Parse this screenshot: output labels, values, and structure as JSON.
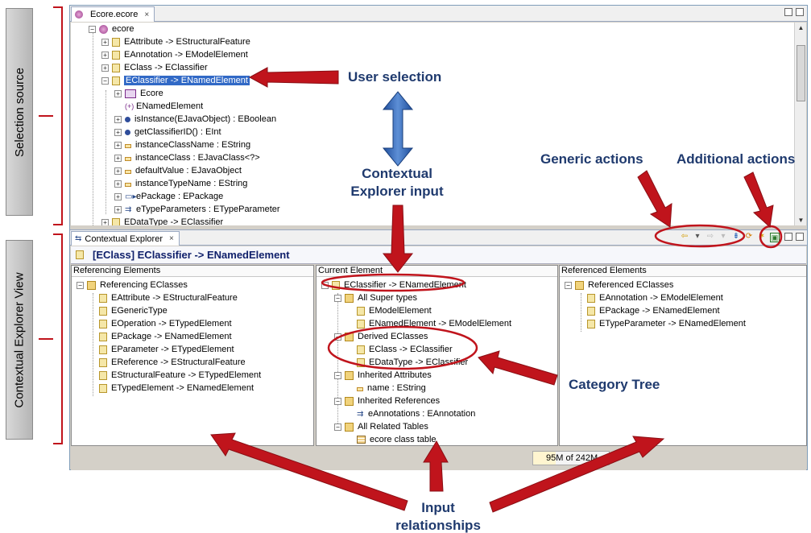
{
  "side_labels": {
    "top": "Selection source",
    "bottom": "Contextual Explorer  View"
  },
  "editor": {
    "tab_title": "Ecore.ecore",
    "tab_close": "×",
    "root": "ecore",
    "rows": [
      "EAttribute -> EStructuralFeature",
      "EAnnotation -> EModelElement",
      "EClass -> EClassifier",
      "EClassifier -> ENamedElement",
      "Ecore",
      "ENamedElement",
      "isInstance(EJavaObject) : EBoolean",
      "getClassifierID() : EInt",
      "instanceClassName : EString",
      "instanceClass : EJavaClass<?>",
      "defaultValue : EJavaObject",
      "instanceTypeName : EString",
      "ePackage : EPackage",
      "eTypeParameters : ETypeParameter",
      "EDataType -> EClassifier"
    ]
  },
  "explorer": {
    "tab_title": "Contextual Explorer",
    "tab_close": "×",
    "header": "[EClass] EClassifier -> ENamedElement",
    "panes": {
      "referencing": {
        "title": "Referencing Elements",
        "group": "Referencing EClasses",
        "items": [
          "EAttribute -> EStructuralFeature",
          "EGenericType",
          "EOperation -> ETypedElement",
          "EPackage -> ENamedElement",
          "EParameter -> ETypedElement",
          "EReference -> EStructuralFeature",
          "EStructuralFeature -> ETypedElement",
          "ETypedElement -> ENamedElement"
        ]
      },
      "current": {
        "title": "Current Element",
        "root": "EClassifier -> ENamedElement",
        "super_group": "All Super types",
        "super_items": [
          "EModelElement",
          "ENamedElement -> EModelElement"
        ],
        "derived_group": "Derived EClasses",
        "derived_items": [
          "EClass -> EClassifier",
          "EDataType -> EClassifier"
        ],
        "attr_group": "Inherited Attributes",
        "attr_items": [
          "name : EString"
        ],
        "ref_group": "Inherited References",
        "ref_items": [
          "eAnnotations : EAnnotation"
        ],
        "tables_group": "All Related Tables",
        "tables_items": [
          "ecore class table"
        ]
      },
      "referenced": {
        "title": "Referenced Elements",
        "group": "Referenced EClasses",
        "items": [
          "EAnnotation -> EModelElement",
          "EPackage -> ENamedElement",
          "ETypeParameter -> ENamedElement"
        ]
      }
    }
  },
  "status": {
    "memory": "95M of 242M"
  },
  "callouts": {
    "user_selection": "User selection",
    "contextual_input_line1": "Contextual",
    "contextual_input_line2": "Explorer input",
    "generic_actions": "Generic actions",
    "additional_actions": "Additional actions",
    "category_tree": "Category Tree",
    "input_rel_line1": "Input",
    "input_rel_line2": "relationships"
  },
  "colors": {
    "arrow": "#c0141c",
    "callout_text": "#1f3a6e",
    "selection": "#3169c6",
    "blue_arrow": "#2a64b8"
  }
}
